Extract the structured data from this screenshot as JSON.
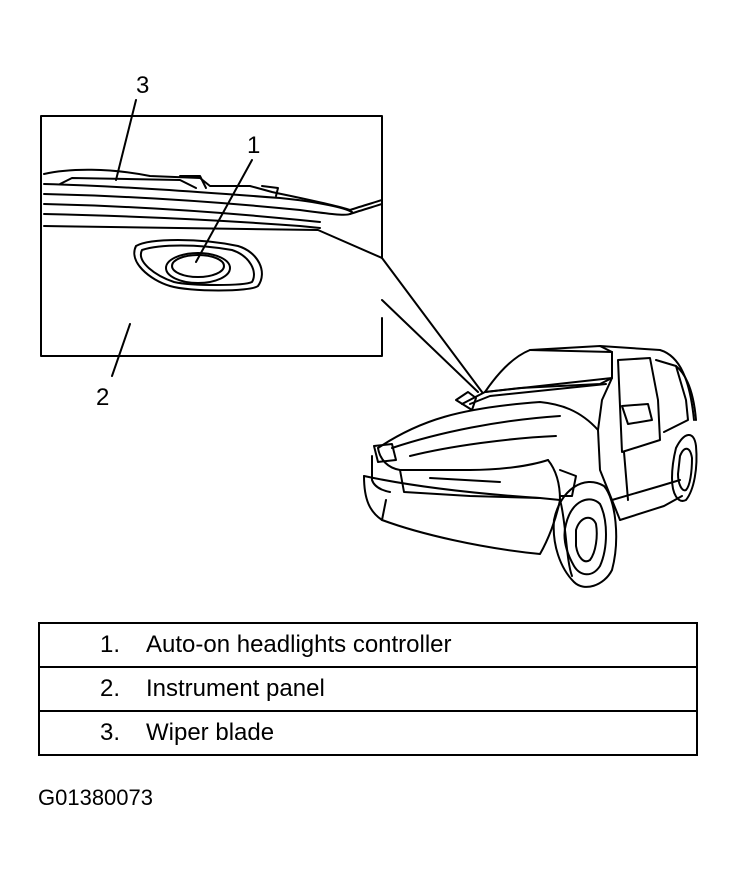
{
  "callouts": [
    {
      "number": "1"
    },
    {
      "number": "2"
    },
    {
      "number": "3"
    }
  ],
  "legend": [
    {
      "number": "1.",
      "label": "Auto-on headlights controller"
    },
    {
      "number": "2.",
      "label": "Instrument panel"
    },
    {
      "number": "3.",
      "label": "Wiper blade"
    }
  ],
  "figure_code": "G01380073"
}
